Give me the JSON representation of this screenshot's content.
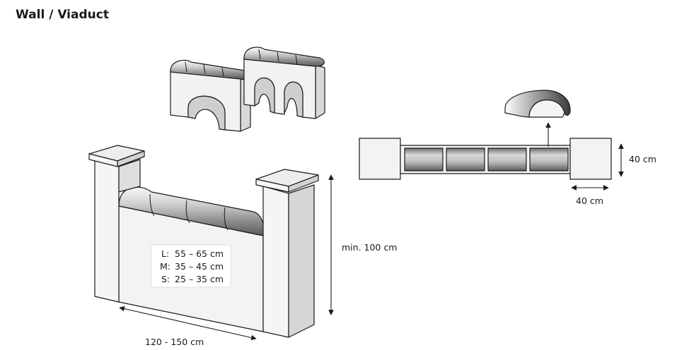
{
  "title": "Wall / Viaduct",
  "size_table": [
    {
      "key": "L:",
      "range": "55 – 65 cm"
    },
    {
      "key": "M:",
      "range": "35 – 45 cm"
    },
    {
      "key": "S:",
      "range": "25 – 35 cm"
    }
  ],
  "dimensions": {
    "height": "min. 100 cm",
    "width": "120 - 150 cm",
    "pillar_depth": "40 cm",
    "pillar_width": "40 cm"
  },
  "colors": {
    "face_light": "#f2f2f2",
    "face_mid": "#dcdcdc",
    "face_dark": "#c4c4c4",
    "stroke": "#1a1a1a"
  }
}
